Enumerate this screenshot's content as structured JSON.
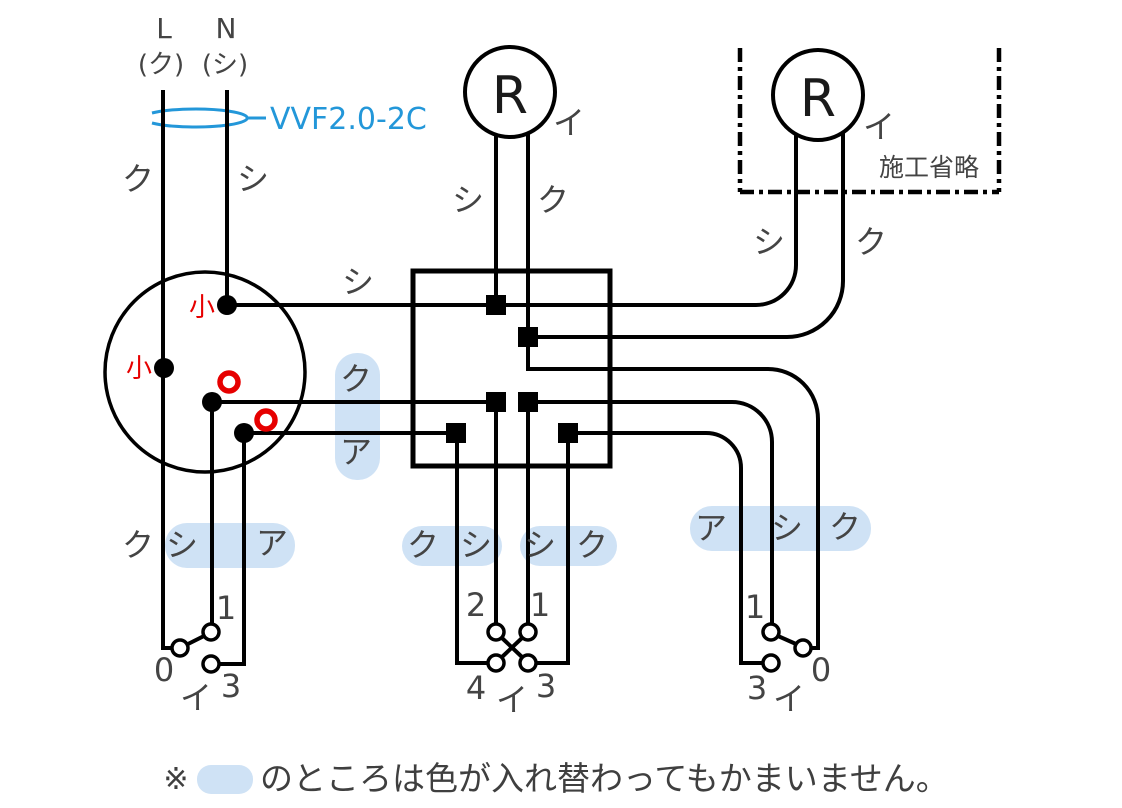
{
  "colors": {
    "wire": "#000000",
    "label": "#444444",
    "red": "#e60000",
    "highlight": "#cfe2f5",
    "cable_blue": "#2397d9",
    "note_text": "#3f3f3f"
  },
  "power_source": {
    "l_terminal": "L",
    "n_terminal": "N",
    "l_color": "(ク)",
    "n_color": "(シ)",
    "l_wire_color": "ク",
    "n_wire_color": "シ",
    "cable_spec": "VVF2.0-2C"
  },
  "outlet": {
    "small_mark_top": "小",
    "small_mark_left": "小",
    "wire_top": "シ",
    "wire_middle": "ク",
    "wire_bottom": "ア"
  },
  "lamp_left": {
    "symbol": "R",
    "circuit": "イ",
    "wire_left": "シ",
    "wire_right": "ク"
  },
  "lamp_right": {
    "symbol": "R",
    "circuit": "イ",
    "wire_left": "シ",
    "wire_right": "ク",
    "omission": "施工省略"
  },
  "switch_left": {
    "wire_1": "ク",
    "wire_2": "シ",
    "wire_3": "ア",
    "terminal_1": "1",
    "terminal_0": "0",
    "terminal_3": "3",
    "circuit": "イ"
  },
  "switch_middle": {
    "wire_1": "ク",
    "wire_2": "シ",
    "wire_3": "シ",
    "wire_4": "ク",
    "terminal_2": "2",
    "terminal_1": "1",
    "terminal_4": "4",
    "terminal_3": "3",
    "circuit": "イ"
  },
  "switch_right": {
    "wire_1": "ア",
    "wire_2": "シ",
    "wire_3": "ク",
    "terminal_1": "1",
    "terminal_0": "0",
    "terminal_3": "3",
    "circuit": "イ"
  },
  "note": {
    "marker": "※",
    "text": "のところは色が入れ替わってもかまいません。"
  }
}
